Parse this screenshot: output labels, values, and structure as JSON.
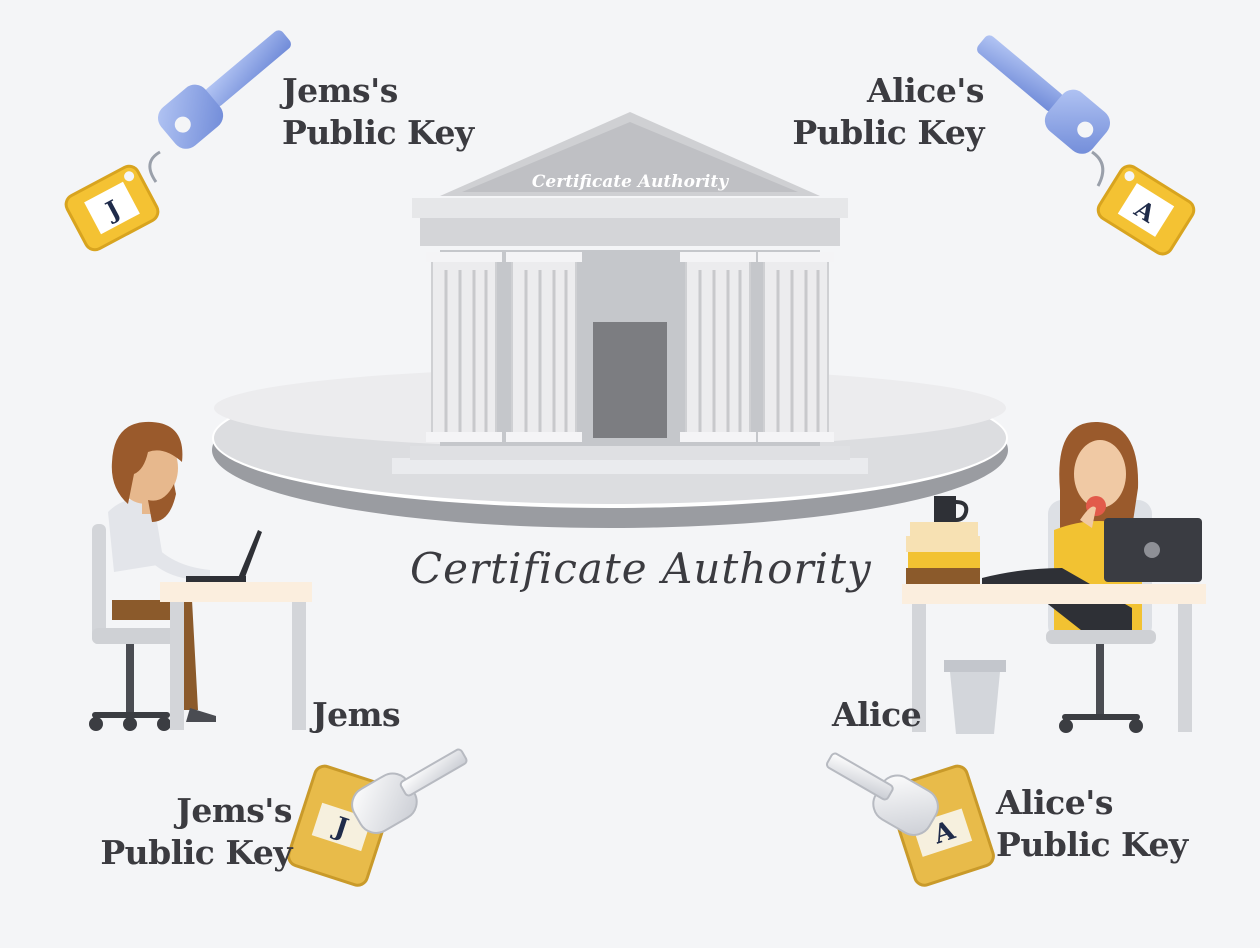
{
  "authority": {
    "building_label": "Certificate Authority",
    "caption": "Certificate Authority"
  },
  "jems": {
    "name": "Jems",
    "top_key_label": [
      "Jems's",
      "Public Key"
    ],
    "bottom_key_label": [
      "Jems's",
      "Public Key"
    ],
    "tag_letter": "J"
  },
  "alice": {
    "name": "Alice",
    "top_key_label": [
      "Alice's",
      "Public Key"
    ],
    "bottom_key_label": [
      "Alice's",
      "Public Key"
    ],
    "tag_letter": "A"
  },
  "colors": {
    "background": "#f4f5f7",
    "text": "#3b3b40",
    "building": "#d9dadd",
    "key_blue": "#8fa6e8",
    "tag_yellow": "#f4c233",
    "key_white": "#eceef2",
    "tag_gold": "#e8bb4a"
  },
  "icons": [
    "blue-key-icon",
    "white-key-icon",
    "bank-building-icon",
    "laptop-icon",
    "mug-icon",
    "trash-bin-icon",
    "chair-icon"
  ]
}
